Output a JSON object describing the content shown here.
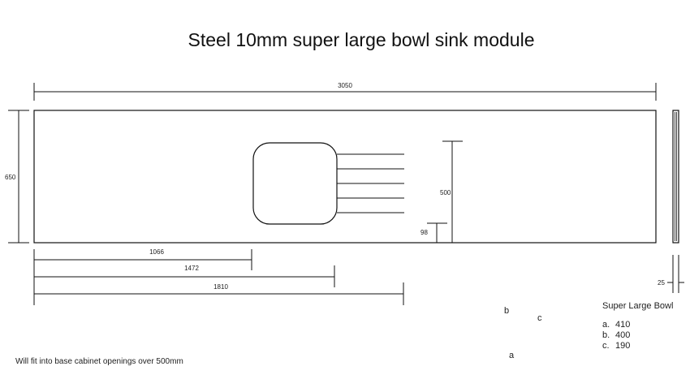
{
  "title": "Steel 10mm super large bowl sink module",
  "dimensions": {
    "overall_length": "3050",
    "depth": "650",
    "bowl_depth_from_back": "500",
    "front_offset": "98",
    "run_a": "1066",
    "run_b": "1472",
    "run_c": "1810",
    "thickness": "25"
  },
  "markers": {
    "a": "a",
    "b": "b",
    "c": "c"
  },
  "spec": {
    "heading": "Super Large Bowl",
    "items": [
      {
        "key": "a.",
        "value": "410"
      },
      {
        "key": "b.",
        "value": "400"
      },
      {
        "key": "c.",
        "value": "190"
      }
    ]
  },
  "note": "Will fit into base cabinet openings over 500mm"
}
